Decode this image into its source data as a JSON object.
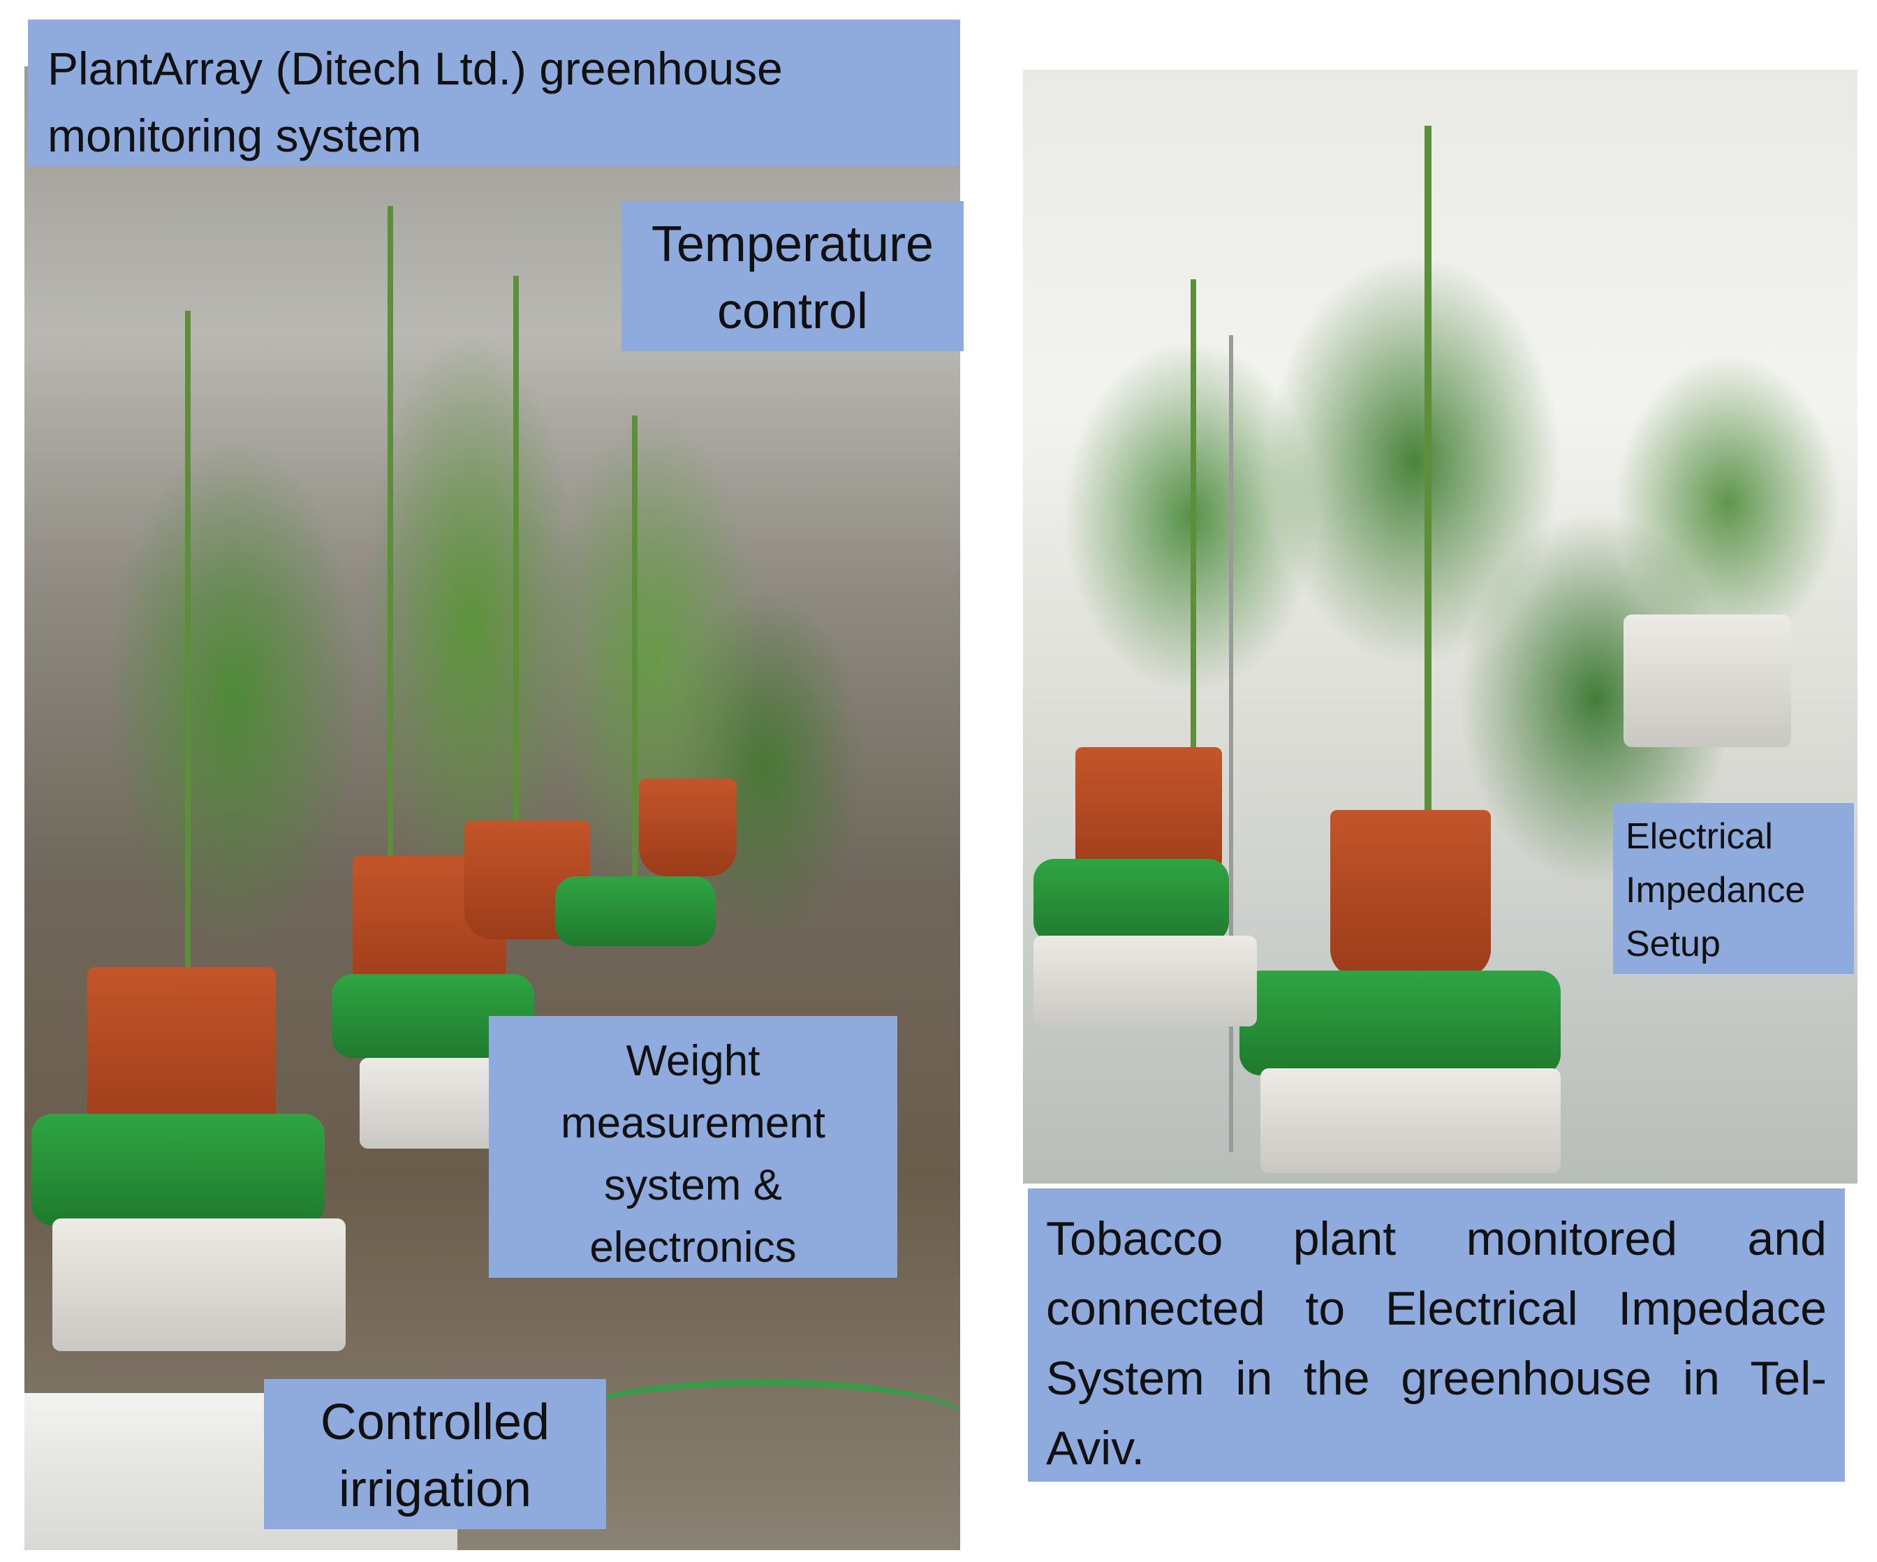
{
  "labels": {
    "title": "PlantArray (Ditech Ltd.) greenhouse monitoring system",
    "temperature": "Temperature control",
    "weight": "Weight measurement system & electronics",
    "irrigation": "Controlled irrigation",
    "impedance": "Electrical Impedance Setup",
    "caption": "Tobacco plant monitored and connected to Electrical Impedace System in the greenhouse in Tel-Aviv."
  }
}
